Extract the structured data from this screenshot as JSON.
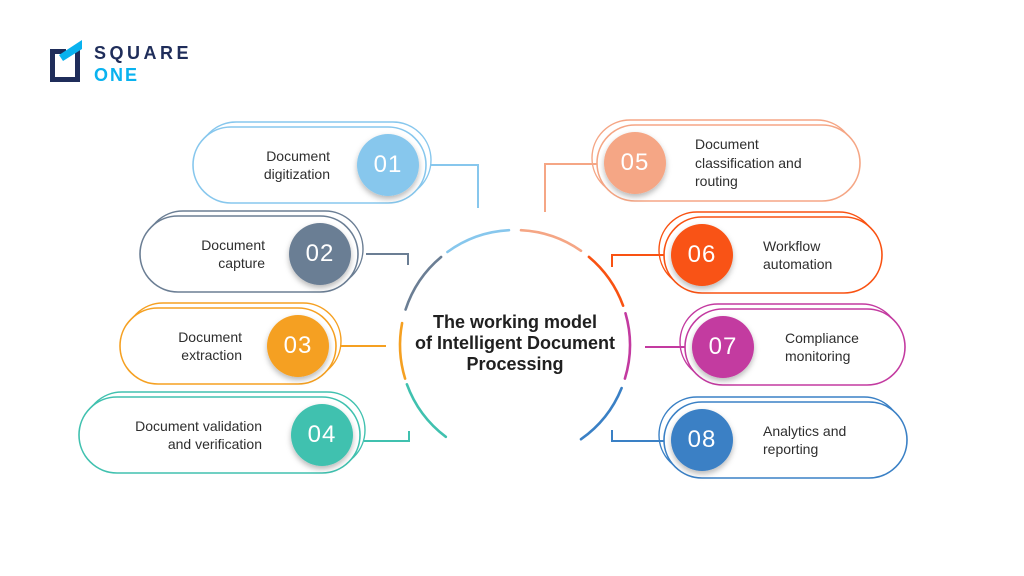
{
  "logo": {
    "brand_top": "SQUARE",
    "brand_bottom": "ONE",
    "navy": "#1f2d5a",
    "cyan": "#09b2ef"
  },
  "center": {
    "title_line1": "The working model",
    "title_line2": "of Intelligent Document",
    "title_line3": "Processing",
    "text_color": "#202020"
  },
  "items": [
    {
      "number": "01",
      "label": "Document digitization",
      "color": "#87c7ed",
      "side": "left"
    },
    {
      "number": "02",
      "label": "Document capture",
      "color": "#6b7e94",
      "side": "left"
    },
    {
      "number": "03",
      "label": "Document extraction",
      "color": "#f5a021",
      "side": "left"
    },
    {
      "number": "04",
      "label": "Document validation and verification",
      "color": "#40c1af",
      "side": "left"
    },
    {
      "number": "05",
      "label": "Document classification and routing",
      "color": "#f5a685",
      "side": "right"
    },
    {
      "number": "06",
      "label": "Workflow automation",
      "color": "#f95212",
      "side": "right"
    },
    {
      "number": "07",
      "label": "Compliance monitoring",
      "color": "#c33aa0",
      "side": "right"
    },
    {
      "number": "08",
      "label": "Analytics and reporting",
      "color": "#3a80c5",
      "side": "right"
    }
  ]
}
